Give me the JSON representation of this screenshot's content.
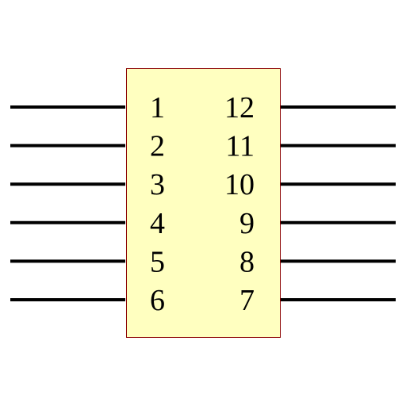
{
  "chip": {
    "body_fill": "#ffffc0",
    "body_border": "#8b0000"
  },
  "pins": {
    "left": [
      "1",
      "2",
      "3",
      "4",
      "5",
      "6"
    ],
    "right": [
      "12",
      "11",
      "10",
      "9",
      "8",
      "7"
    ]
  }
}
